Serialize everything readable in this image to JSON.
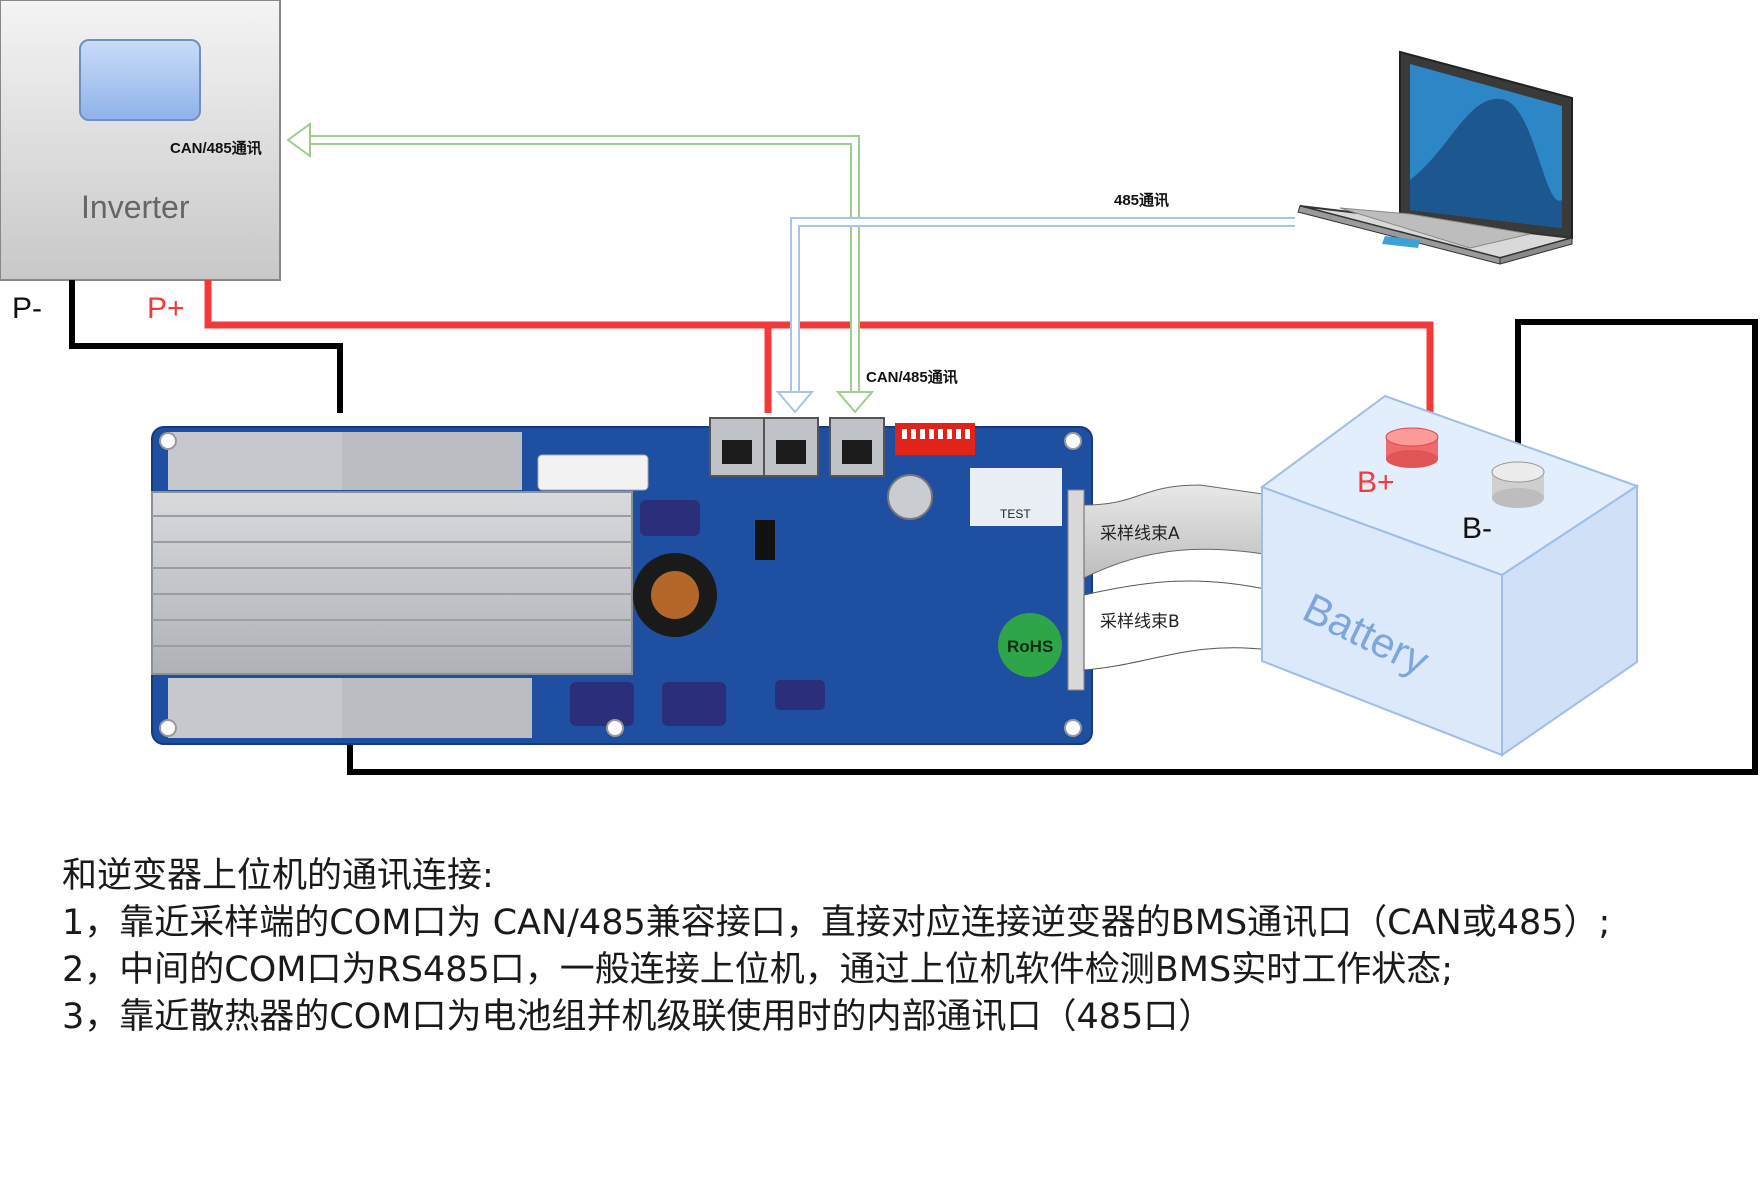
{
  "inverter": {
    "label": "Inverter",
    "port_label": "CAN/485通讯",
    "neg_label": "P-",
    "pos_label": "P+"
  },
  "laptop": {
    "link_label": "485通讯"
  },
  "board": {
    "port_label": "CAN/485通讯",
    "rohs": "RoHS",
    "test": "TEST"
  },
  "harness": {
    "a": "采样线束A",
    "b": "采样线束B"
  },
  "battery": {
    "label": "Battery",
    "pos_label": "B+",
    "neg_label": "B-"
  },
  "colors": {
    "power_pos": "#f23a3a",
    "power_neg": "#000000",
    "can_link": "#9ccf8e",
    "rs485_link": "#a8c4e8",
    "board_blue": "#1f4fa0",
    "battery_fill": "#dbe9fb"
  },
  "notes": {
    "title": "和逆变器上位机的通讯连接:",
    "lines": [
      "1，靠近采样端的COM口为 CAN/485兼容接口，直接对应连接逆变器的BMS通讯口（CAN或485）;",
      "2，中间的COM口为RS485口，一般连接上位机，通过上位机软件检测BMS实时工作状态;",
      "3，靠近散热器的COM口为电池组并机级联使用时的内部通讯口（485口）"
    ]
  }
}
